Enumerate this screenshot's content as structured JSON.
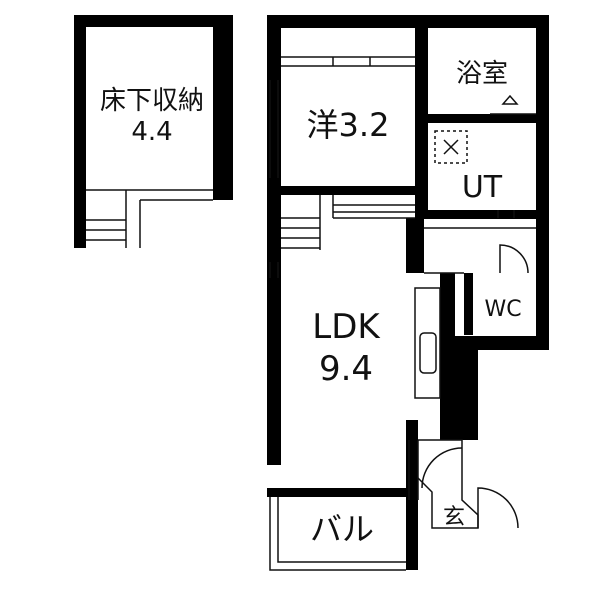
{
  "rooms": {
    "storage": {
      "name": "床下収納",
      "size": "4.4"
    },
    "western": {
      "name": "洋3.2"
    },
    "bath": {
      "name": "浴室"
    },
    "utility": {
      "name": "UT"
    },
    "wc": {
      "name": "WC"
    },
    "ldk": {
      "name": "LDK",
      "size": "9.4"
    },
    "balcony": {
      "name": "バル"
    },
    "entrance": {
      "name": "玄"
    }
  },
  "colors": {
    "wall": "#000000",
    "line": "#111111",
    "background": "#ffffff"
  }
}
